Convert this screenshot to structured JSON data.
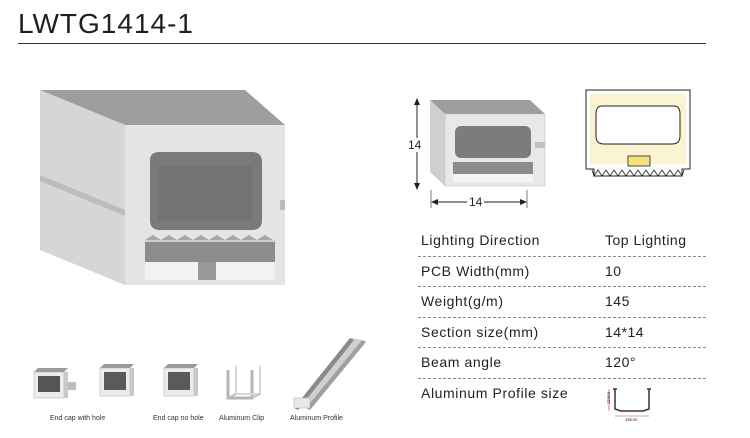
{
  "title": "LWTG1414-1",
  "dimensions": {
    "height": "14",
    "width": "14"
  },
  "specs": [
    {
      "label": "Lighting  Direction",
      "value": "Top Lighting"
    },
    {
      "label": "PCB  Width(mm)",
      "value": "10"
    },
    {
      "label": "Weight(g/m)",
      "value": "145"
    },
    {
      "label": "Section size(mm)",
      "value": "14*14"
    },
    {
      "label": "Beam angle",
      "value": "120°"
    },
    {
      "label": "Aluminum Profile size",
      "value": ""
    }
  ],
  "profile_mini": {
    "height_label": "11mm",
    "width_label": "16mm"
  },
  "accessories": [
    {
      "caption": "End cap with hole"
    },
    {
      "caption": "End cap no hole"
    },
    {
      "caption": "Aluminum Clip"
    },
    {
      "caption": "Aluminum Profile"
    }
  ]
}
